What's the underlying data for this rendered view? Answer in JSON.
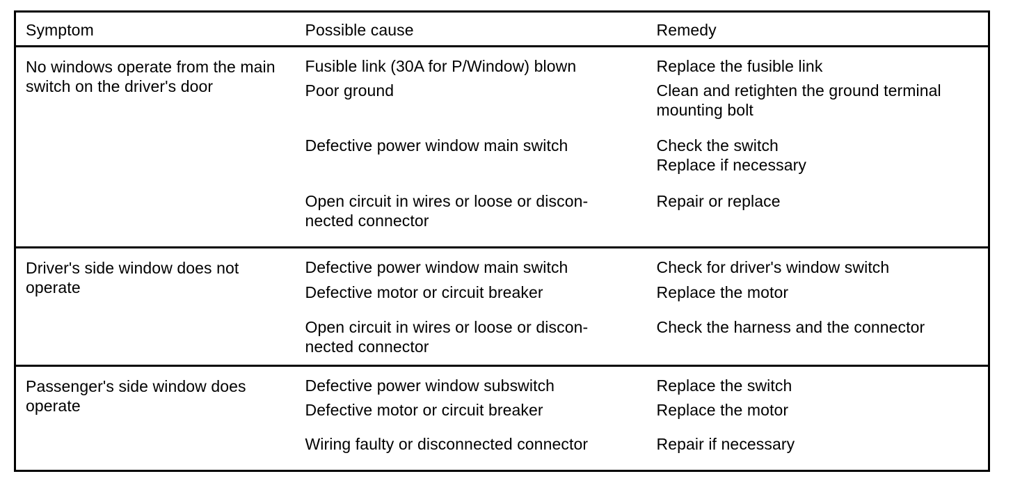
{
  "table": {
    "columns": [
      {
        "key": "symptom",
        "label": "Symptom"
      },
      {
        "key": "cause",
        "label": "Possible cause"
      },
      {
        "key": "remedy",
        "label": "Remedy"
      }
    ],
    "rows": [
      {
        "symptom": "No windows operate from the main switch on the driver's door",
        "entries": [
          {
            "cause": "Fusible link (30A for P/Window) blown",
            "remedy": "Replace the fusible link"
          },
          {
            "cause": "Poor ground",
            "remedy": "Clean and retighten the ground terminal mounting bolt"
          },
          {
            "cause": "Defective power window main switch",
            "remedy": "Check the switch\nReplace if necessary"
          },
          {
            "cause": "Open circuit in wires or loose or discon-\nnected connector",
            "remedy": "Repair or replace"
          }
        ]
      },
      {
        "symptom": "Driver's side window does not operate",
        "entries": [
          {
            "cause": "Defective power window main switch",
            "remedy": "Check for driver's window switch"
          },
          {
            "cause": "Defective motor or circuit breaker",
            "remedy": "Replace the motor"
          },
          {
            "cause": "Open circuit in wires or loose or discon-\nnected connector",
            "remedy": "Check the harness and the connector"
          }
        ]
      },
      {
        "symptom": "Passenger's side window does operate",
        "entries": [
          {
            "cause": "Defective power window subswitch",
            "remedy": "Replace the switch"
          },
          {
            "cause": "Defective motor or circuit breaker",
            "remedy": "Replace the motor"
          },
          {
            "cause": "Wiring faulty or disconnected connector",
            "remedy": "Repair if necessary"
          }
        ]
      }
    ]
  },
  "colors": {
    "background": "#ffffff",
    "text": "#000000",
    "border": "#000000"
  }
}
